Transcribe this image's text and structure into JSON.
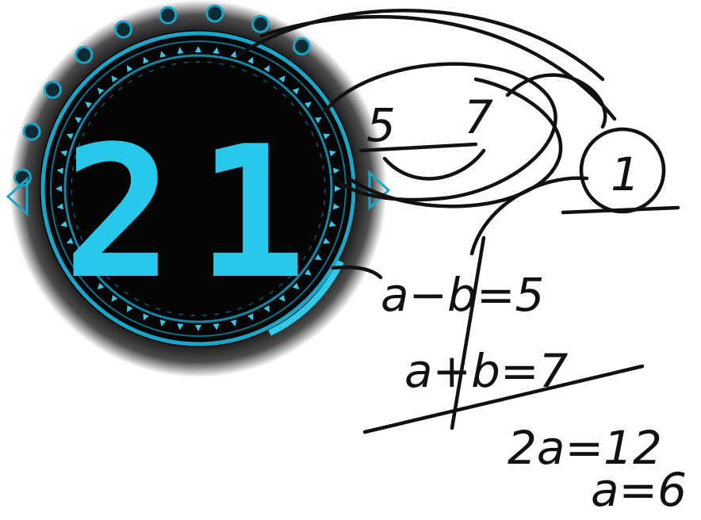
{
  "display": {
    "number": "21",
    "digit_color": "#28c8ea",
    "ring_color": "#1aa6c8",
    "bg_color": "#050505"
  },
  "handwriting": {
    "top_left_number": "5",
    "top_right_number": "7",
    "circled_number": "1",
    "equation_1": "a−b=5",
    "equation_2": "a+b=7",
    "equation_3": "2a=12",
    "equation_4": "a=6"
  }
}
